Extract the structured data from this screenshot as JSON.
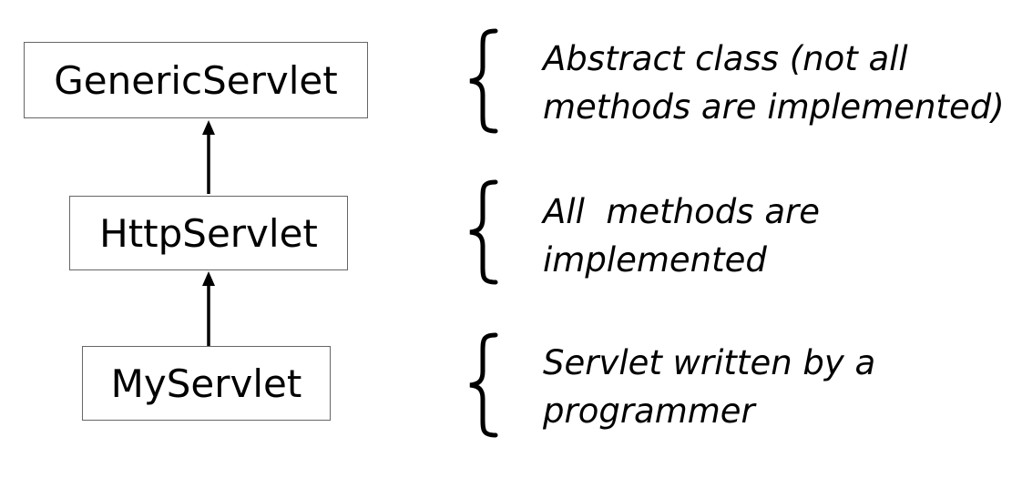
{
  "classes": {
    "generic": "GenericServlet",
    "http": "HttpServlet",
    "my": "MyServlet"
  },
  "descriptions": {
    "generic": {
      "line1": "Abstract class (not all",
      "line2": "methods are implemented)"
    },
    "http": {
      "line1": "All  methods are",
      "line2": "implemented"
    },
    "my": {
      "line1": "Servlet written by a",
      "line2": "programmer"
    }
  },
  "colors": {
    "box_border": "#666666",
    "arrow": "#000000",
    "text": "#000000",
    "background": "#ffffff"
  }
}
